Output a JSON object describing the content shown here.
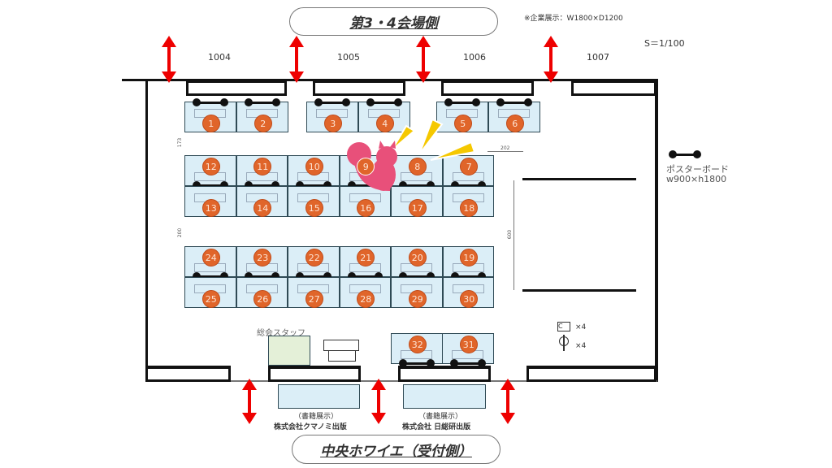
{
  "top_label": "第3・4会場側",
  "bottom_label": "中央ホワイエ（受付側）",
  "exhibit_note": "※企業展示：W1800×D1200",
  "scale": "S＝1/100",
  "rooms": [
    "1004",
    "1005",
    "1006",
    "1007"
  ],
  "poster_board": {
    "label": "ポスターボード",
    "size": "w900×h1800"
  },
  "staff_label": "総会スタッフ",
  "legend": [
    {
      "icon": "chair-icon",
      "count": "×4"
    },
    {
      "icon": "stand-icon",
      "count": "×4"
    }
  ],
  "dimensions": [
    "173",
    "200",
    "202",
    "600"
  ],
  "booths": {
    "row_top": [
      "1",
      "2",
      "3",
      "4",
      "5",
      "6"
    ],
    "row_b_upper": [
      "12",
      "11",
      "10",
      "9",
      "8",
      "7"
    ],
    "row_b_lower": [
      "13",
      "14",
      "15",
      "16",
      "17",
      "18"
    ],
    "row_c_upper": [
      "24",
      "23",
      "22",
      "21",
      "20",
      "19"
    ],
    "row_c_lower": [
      "25",
      "26",
      "27",
      "28",
      "29",
      "30"
    ],
    "row_bottom": [
      "32",
      "31"
    ]
  },
  "book_exhibits": [
    {
      "type": "（書籍展示）",
      "company": "株式会社クマノミ出版"
    },
    {
      "type": "（書籍展示）",
      "company": "株式会社 日総研出版"
    }
  ],
  "colors": {
    "booth": "#dbeef7",
    "number": "#e0652a",
    "arrow": "#ee0000",
    "mascot": "#e8507a",
    "accent": "#f5c800"
  }
}
